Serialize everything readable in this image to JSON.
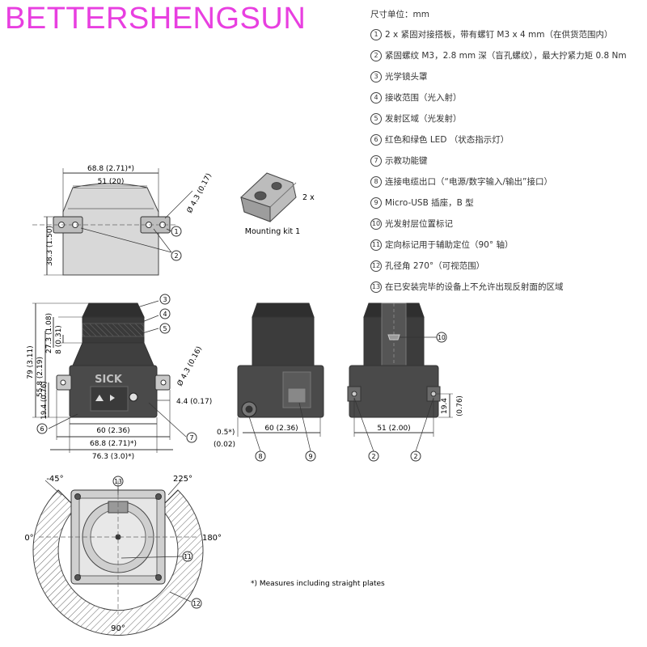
{
  "brand": "BETTERSHENGSUN",
  "unit_label": "尺寸单位：mm",
  "legend": [
    {
      "num": "1",
      "text": "2 x 紧固对接搭板，带有螺钉 M3 x 4 mm（在供货范围内）"
    },
    {
      "num": "2",
      "text": "紧固螺纹 M3，2.8 mm 深（盲孔螺纹），最大拧紧力矩 0.8 Nm"
    },
    {
      "num": "3",
      "text": "光学镜头罩"
    },
    {
      "num": "4",
      "text": "接收范围（光入射）"
    },
    {
      "num": "5",
      "text": "发射区域（光发射）"
    },
    {
      "num": "6",
      "text": "红色和绿色 LED （状态指示灯）"
    },
    {
      "num": "7",
      "text": "示教功能键"
    },
    {
      "num": "8",
      "text": "连接电缆出口（“电源/数字输入/输出”接口）"
    },
    {
      "num": "9",
      "text": "Micro-USB 插座，B 型"
    },
    {
      "num": "10",
      "text": "光发射层位置标记"
    },
    {
      "num": "11",
      "text": "定向标记用于辅助定位（90° 轴）"
    },
    {
      "num": "12",
      "text": "孔径角 270°（可视范围）"
    },
    {
      "num": "13",
      "text": "在已安装完毕的设备上不允许出现反射面的区域"
    }
  ],
  "drawing": {
    "top_view": {
      "width_total": "68.8 (2.71)*)",
      "width_inner": "51 (20)",
      "hole": "Ø 4.3 (0.17)",
      "height": "38.3 (1.50)",
      "callouts": [
        "1",
        "2"
      ]
    },
    "mounting_kit": {
      "label": "Mounting kit 1",
      "qty": "2 x"
    },
    "front_view": {
      "logo": "SICK",
      "total_height": "79 (3.11)",
      "h_55": "55.8 (2.19)",
      "h_27": "27.3 (1.08)",
      "h_8": "8 (0.31)",
      "h_19": "19.4 (0.76)",
      "hole": "Ø 4.3 (0.16)",
      "offset": "4.4 (0.17)",
      "w_60": "60 (2.36)",
      "w_68": "68.8 (2.71)*)",
      "w_76": "76.3 (3.0)*)",
      "callouts": [
        "3",
        "4",
        "5",
        "6",
        "7"
      ]
    },
    "side_view": {
      "offset": "0.5*)",
      "offset_in": "(0.02)",
      "width": "60 (2.36)",
      "callouts": [
        "8",
        "9"
      ]
    },
    "rear_view": {
      "width": "51 (2.00)",
      "height": "19.4",
      "height_in": "(0.76)",
      "callouts": [
        "10",
        "2",
        "2"
      ]
    },
    "bottom_view": {
      "angle_left": "-45°",
      "angle_right": "225°",
      "angle_0": "0°",
      "angle_180": "180°",
      "angle_90": "90°",
      "callouts": [
        "13",
        "11",
        "12"
      ]
    },
    "footnote": "*) Measures including straight plates"
  }
}
